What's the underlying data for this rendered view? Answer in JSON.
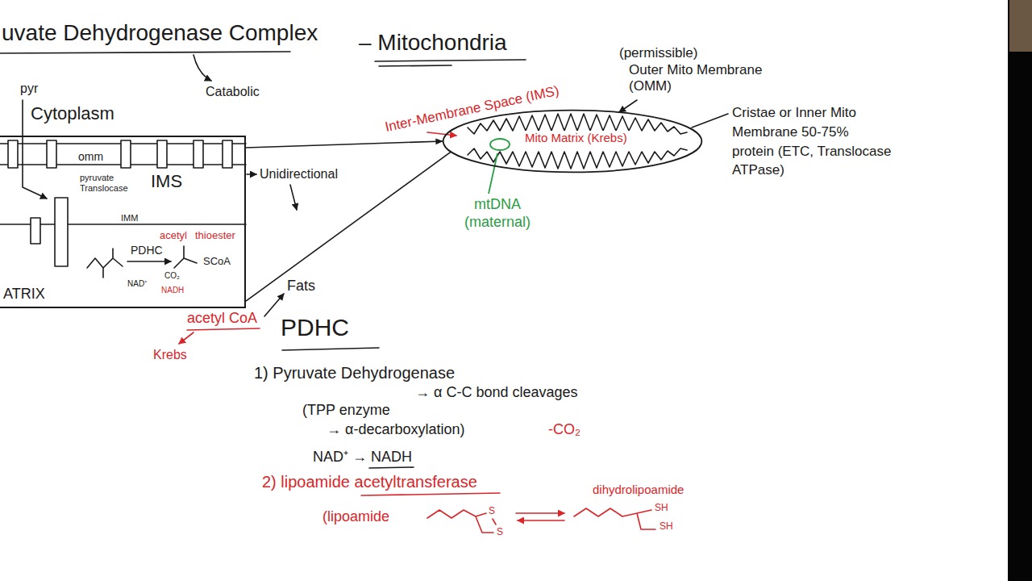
{
  "diagram": {
    "title": "uvate Dehydrogenase Complex",
    "nodes": [
      {
        "text": [
          "omm",
          "pyruvate Translocase",
          "IMS",
          "IMM",
          "acetyl",
          "thioester",
          "PDHC",
          "SCoA",
          "NAD⁺",
          "CO₂",
          "NADH",
          "ATRIX"
        ]
      },
      {
        "text": [
          "Mito Matrix (Krebs)"
        ]
      }
    ],
    "edges": [
      {
        "from": 0,
        "to": 1,
        "arrow": "to"
      },
      {
        "from": 0,
        "to": 1,
        "arrow": "none"
      }
    ],
    "labels": [
      "Catabolic",
      "– Mitochondria",
      "pyr",
      "Cytoplasm",
      "Unidirectional",
      "acetyl CoA",
      "Fats",
      "Krebs",
      "Inter-Membrane Space (IMS)",
      "(permissible)",
      "Outer Mito Membrane (OMM)",
      "Cristae or Inner Mito Membrane 50-75% protein (ETC, Translocase ATPase)",
      "mtDNA (maternal)",
      "PDHC",
      "1) Pyruvate Dehydrogenase",
      "(TPP enzyme",
      "→ α C-C bond cleavages",
      "→ α-decarboxylation)",
      "-CO₂",
      "NAD⁺ → NADH",
      "2) lipoamide acetyltransferase",
      "(lipoamide",
      "S",
      "S",
      "dihydrolipoamide",
      "SH",
      "SH"
    ]
  }
}
